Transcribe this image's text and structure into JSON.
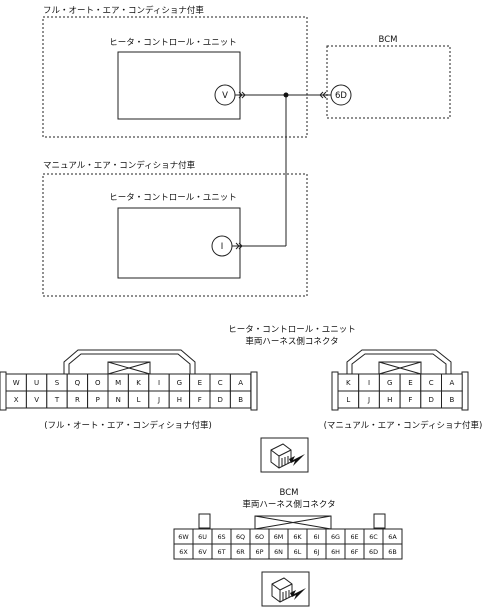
{
  "circuit": {
    "full_auto_label": "フル・オート・エア・コンディショナ付車",
    "manual_label": "マニュアル・エア・コンディショナ付車",
    "heater_unit_full_label": "ヒータ・コントロール・ユニット",
    "heater_unit_manual_label": "ヒータ・コントロール・ユニット",
    "bcm_label": "BCM",
    "terminal_v": "V",
    "terminal_6d": "6D",
    "terminal_i": "I"
  },
  "heater_connector": {
    "title_line1": "ヒータ・コントロール・ユニット",
    "title_line2": "車両ハーネス側コネクタ",
    "full_auto": {
      "top_row": [
        "W",
        "U",
        "S",
        "Q",
        "O",
        "M",
        "K",
        "I",
        "G",
        "E",
        "C",
        "A"
      ],
      "bottom_row": [
        "X",
        "V",
        "T",
        "R",
        "P",
        "N",
        "L",
        "J",
        "H",
        "F",
        "D",
        "B"
      ],
      "caption": "(フル・オート・エア・コンディショナ付車)"
    },
    "manual": {
      "top_row": [
        "K",
        "I",
        "G",
        "E",
        "C",
        "A"
      ],
      "bottom_row": [
        "L",
        "J",
        "H",
        "F",
        "D",
        "B"
      ],
      "caption": "(マニュアル・エア・コンディショナ付車)"
    }
  },
  "bcm_connector": {
    "title_line1": "BCM",
    "title_line2": "車両ハーネス側コネクタ",
    "top_row": [
      "6W",
      "6U",
      "6S",
      "6Q",
      "6O",
      "6M",
      "6K",
      "6I",
      "6G",
      "6E",
      "6C",
      "6A"
    ],
    "bottom_row": [
      "6X",
      "6V",
      "6T",
      "6R",
      "6P",
      "6N",
      "6L",
      "6J",
      "6H",
      "6F",
      "6D",
      "6B"
    ]
  }
}
